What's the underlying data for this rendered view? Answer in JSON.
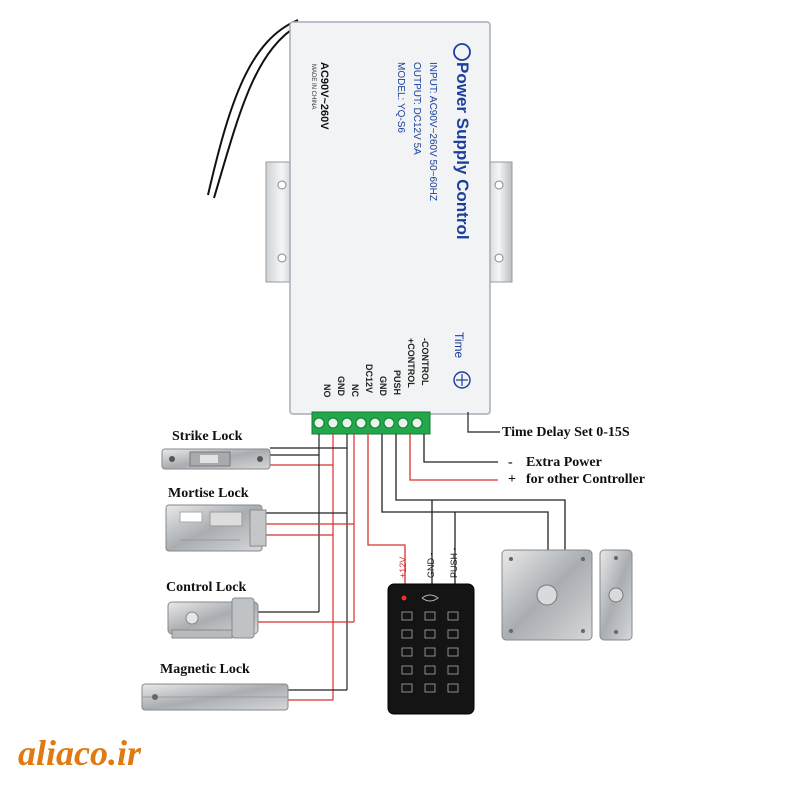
{
  "psu": {
    "title": "Power Supply Control",
    "input": "INPUT: AC90V~260V 50~60HZ",
    "output": "OUTPUT: DC12V 5A",
    "model": "MODEL: YQ-S6",
    "voltage": "AC90V~260V",
    "made_in": "MADE IN CHINA",
    "time": "Time"
  },
  "terminals": {
    "ctrl_minus": "-CONTROL",
    "ctrl_plus": "+CONTROL",
    "push": "PUSH",
    "gnd": "GND",
    "dc12v": "DC12V",
    "nc": "NC",
    "gnd2": "GND",
    "no": "NO"
  },
  "labels": {
    "time_delay": "Time Delay Set 0-15S",
    "extra_minus": "-",
    "extra_power": "Extra Power",
    "extra_plus": "+",
    "other_controller": "for other Controller",
    "strike_lock": "Strike Lock",
    "mortise_lock": "Mortise Lock",
    "control_lock": "Control Lock",
    "magnetic_lock": "Magnetic Lock"
  },
  "keypad_wires": {
    "plus12v": "+12V",
    "gnd": "GND -",
    "push": "PUSH -"
  },
  "watermark": "aliaco.ir",
  "colors": {
    "wire_red": "#d83030",
    "wire_black": "#222222",
    "terminal_green": "#22a84a",
    "psu_blue": "#1b3f9a",
    "watermark": "#e07a10"
  }
}
